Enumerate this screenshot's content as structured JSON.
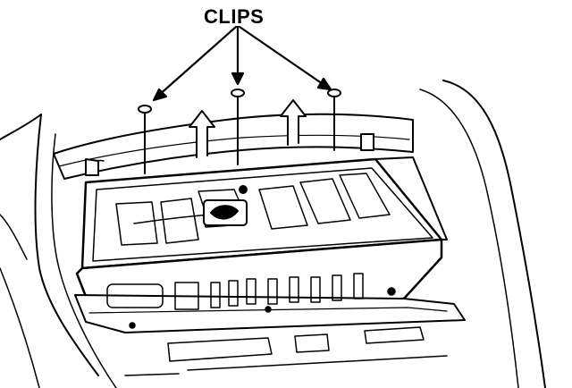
{
  "figure": {
    "callout_label": "CLIPS",
    "ink_color": "#000000",
    "background_color": "#ffffff",
    "clip_count": 3,
    "lift_arrow_count": 2
  }
}
